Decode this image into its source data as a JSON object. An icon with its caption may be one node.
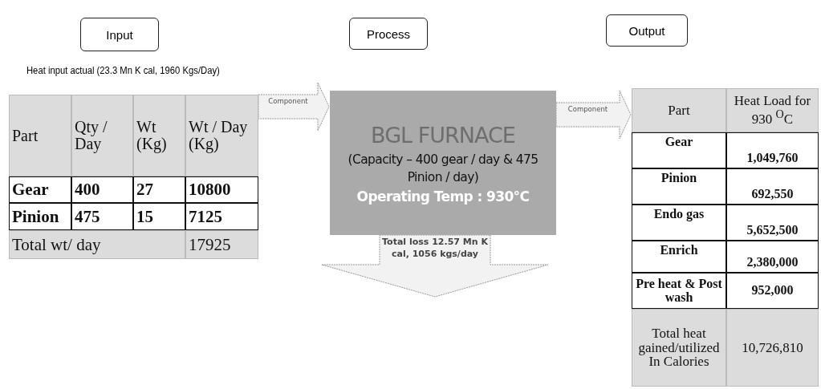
{
  "diagram": {
    "nodes": [
      {
        "text": [
          "Input"
        ]
      },
      {
        "text": [
          "Process"
        ]
      },
      {
        "text": [
          "Output"
        ]
      },
      {
        "text": [],
        "shape": "table"
      },
      {
        "text": [
          "BGL FURNACE",
          "(Capacity – 400 gear / day & 475 Pinion / day)",
          "Operating Temp : 930°C"
        ]
      },
      {
        "text": [],
        "shape": "table"
      }
    ],
    "edges": [
      {
        "from": 3,
        "to": 4,
        "arrow": "to",
        "label": "Component"
      },
      {
        "from": 4,
        "to": 5,
        "arrow": "to",
        "label": "Component"
      },
      {
        "from": 4,
        "to": null,
        "arrow": "to",
        "label": "Total loss 12.57 Mn K cal, 1056 kgs/day"
      }
    ],
    "labels": [
      "Heat input actual (23.3 Mn K cal, 1960 Kgs/Day)",
      "Part",
      "Qty / Day",
      "Wt (Kg)",
      "Wt / Day (Kg)",
      "Gear",
      "400",
      "27",
      "10800",
      "Pinion",
      "475",
      "15",
      "7125",
      "Total wt/ day",
      "17925",
      "Part",
      "Heat Load for 930 $^{O}$C",
      "Gear",
      "1,049,760",
      "Pinion",
      "692,550",
      "Endo gas",
      "5,652,500",
      "Enrich",
      "2,380,000",
      "Pre heat & Post wash",
      "952,000",
      "Total heat gained/utilized In Calories",
      "10,726,810"
    ]
  }
}
